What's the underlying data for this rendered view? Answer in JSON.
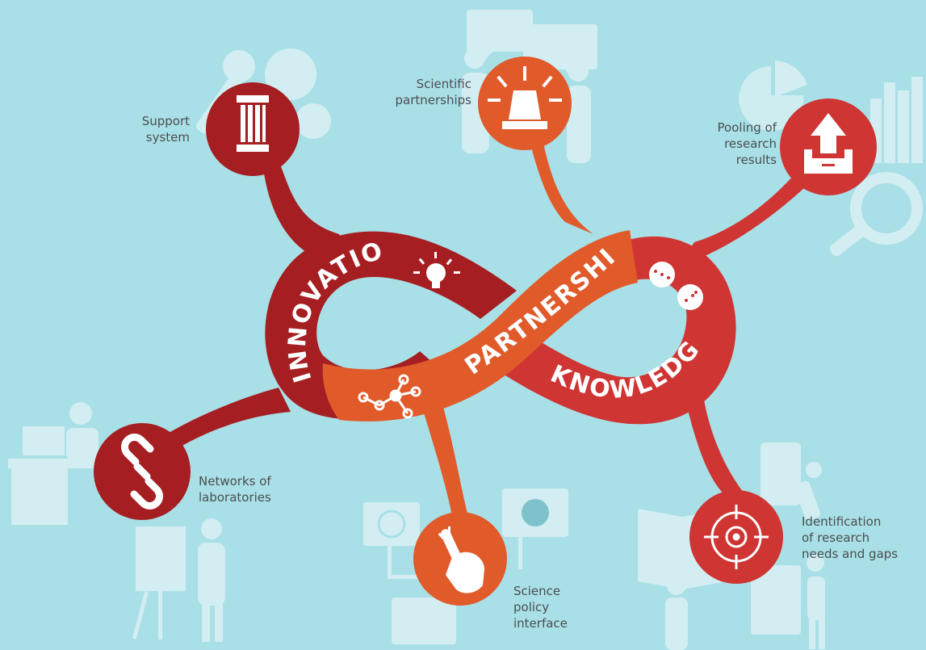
{
  "colors": {
    "background": "#a9dfe6",
    "silhouette": "#d2eef2",
    "dark_red": "#a51e22",
    "orange": "#e05a2a",
    "red": "#cf3533",
    "label_text": "#4a4f52"
  },
  "band": {
    "innovation": "INNOVATION",
    "partnership": "PARTNERSHIP",
    "knowledge": "KNOWLEDGE"
  },
  "nodes": [
    {
      "id": "support-system",
      "label": "Support\nsystem",
      "icon": "pillar-icon",
      "color": "dark_red"
    },
    {
      "id": "scientific-partnerships",
      "label": "Scientific\npartnerships",
      "icon": "alarm-light-icon",
      "color": "orange"
    },
    {
      "id": "pooling-research-results",
      "label": "Pooling of\nresearch\nresults",
      "icon": "upload-tray-icon",
      "color": "red"
    },
    {
      "id": "networks-of-laboratories",
      "label": "Networks of\nlaboratories",
      "icon": "chain-link-icon",
      "color": "dark_red"
    },
    {
      "id": "science-policy-interface",
      "label": "Science\npolicy\ninterface",
      "icon": "pointing-hand-icon",
      "color": "orange"
    },
    {
      "id": "identification-research-needs",
      "label": "Identification\nof research\nneeds and gaps",
      "icon": "target-icon",
      "color": "red"
    }
  ]
}
